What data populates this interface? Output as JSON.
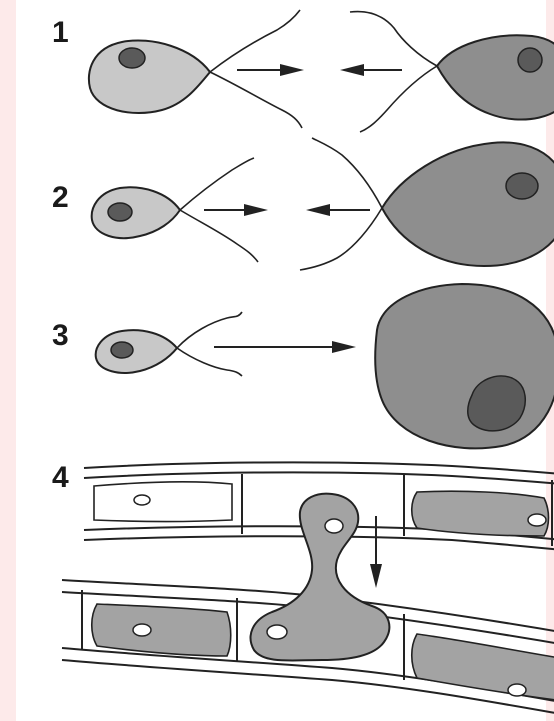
{
  "steps": [
    {
      "label": "1"
    },
    {
      "label": "2"
    },
    {
      "label": "3"
    },
    {
      "label": "4"
    }
  ],
  "colors": {
    "background_edge": "#fdeaea",
    "light_cell": "#c8c8c8",
    "dark_cell": "#8e8e8e",
    "nucleus": "#5a5a5a",
    "filament_cell": "#a3a3a3",
    "outline": "#222222"
  }
}
